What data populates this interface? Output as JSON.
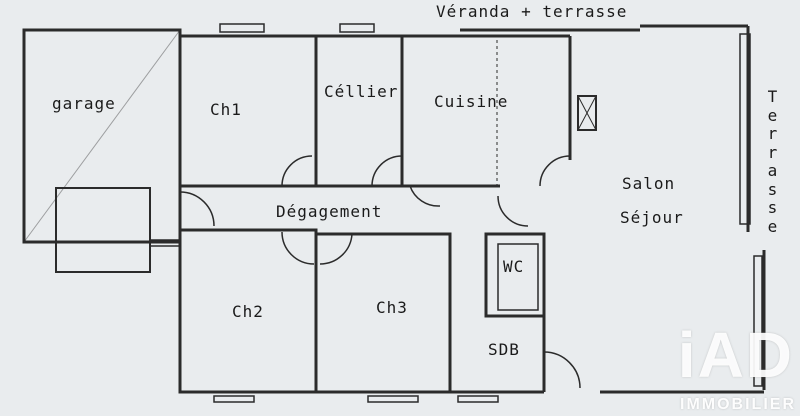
{
  "rooms": {
    "garage": "garage",
    "ch1": "Ch1",
    "cellier": "Céllier",
    "cuisine": "Cuisine",
    "veranda": "Véranda + terrasse",
    "salon": "Salon",
    "sejour": "Séjour",
    "degagement": "Dégagement",
    "ch2": "Ch2",
    "ch3": "Ch3",
    "wc": "WC",
    "sdb": "SDB",
    "terrasse_vertical": [
      "T",
      "e",
      "r",
      "r",
      "a",
      "s",
      "s",
      "e"
    ]
  },
  "watermark": {
    "logo": "iAD",
    "subtitle": "IMMOBILIER"
  },
  "colors": {
    "paper": "#e9ecee",
    "ink": "#2b2b2b",
    "watermark": "#ffffff"
  }
}
